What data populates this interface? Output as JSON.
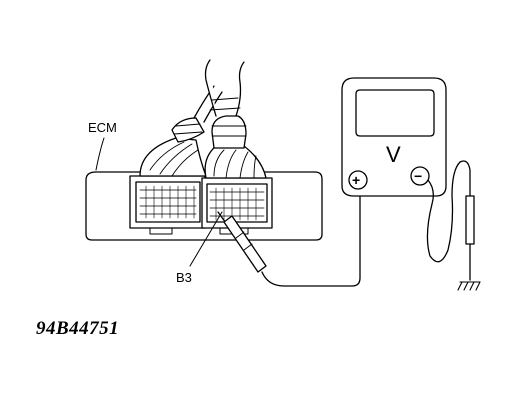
{
  "labels": {
    "ecm": "ECM",
    "pin": "B3",
    "figure_code": "94B44751"
  },
  "meter": {
    "symbol": "V",
    "positive": "+",
    "negative": "−"
  },
  "colors": {
    "ink": "#000000",
    "background": "#ffffff"
  }
}
